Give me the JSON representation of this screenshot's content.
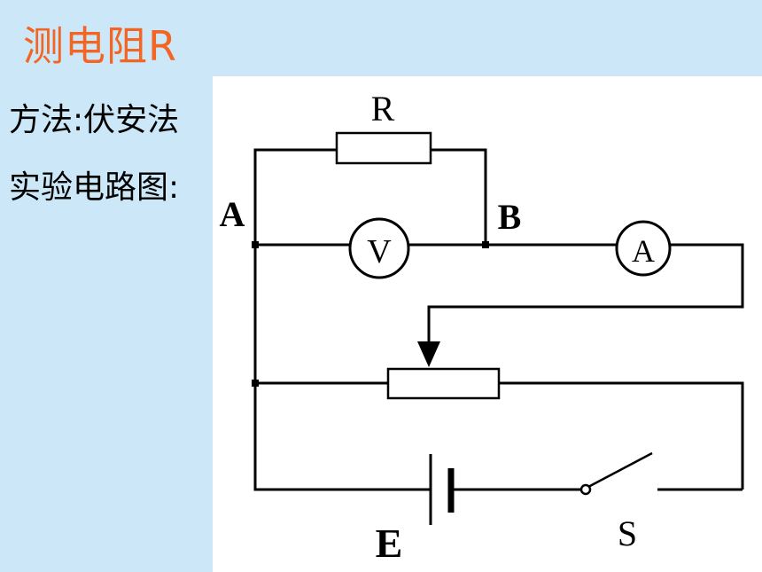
{
  "slide": {
    "title": "测电阻R",
    "method_line": "方法:伏安法",
    "circuit_line": "实验电路图:"
  },
  "diagram": {
    "labels": {
      "resistor": "R",
      "node_a": "A",
      "node_b": "B",
      "voltmeter": "V",
      "ammeter": "A",
      "battery": "E",
      "switch": "S"
    }
  },
  "colors": {
    "background": "#cce8f8",
    "title": "#f26522",
    "panel": "#ffffff"
  }
}
